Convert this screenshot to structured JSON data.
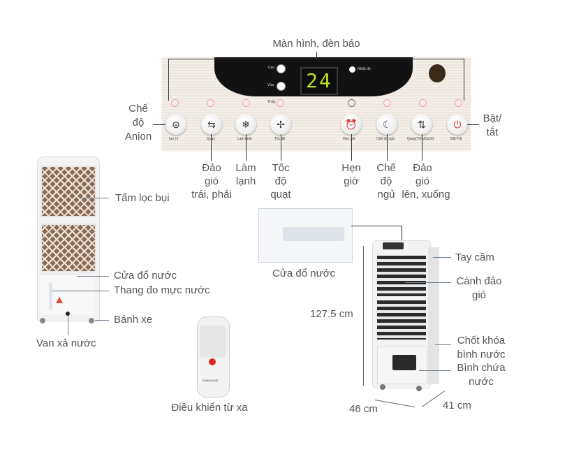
{
  "labels": {
    "screen": "Màn hình, đèn báo",
    "anion": [
      "Chế",
      "độ",
      "Anion"
    ],
    "power": [
      "Bật/",
      "tắt"
    ],
    "swing_lr": [
      "Đảo",
      "gió",
      "trái, phải"
    ],
    "cool": [
      "Làm",
      "lạnh"
    ],
    "speed": [
      "Tốc",
      "độ",
      "quạt"
    ],
    "timer": [
      "Hẹn",
      "giờ"
    ],
    "sleep": [
      "Chế",
      "độ",
      "ngủ"
    ],
    "swing_ud": [
      "Đảo",
      "gió",
      "lên, xuống"
    ],
    "filter": "Tấm lọc bụi",
    "water_door": "Cửa đổ nước",
    "water_gauge": "Thang đo mực nước",
    "wheels": "Bánh xe",
    "drain": "Van xả nước",
    "water_door_center": "Cửa đổ nước",
    "handle": "Tay cầm",
    "blades": [
      "Cánh đảo",
      "gió"
    ],
    "height": "127.5 cm",
    "tank_lock": [
      "Chốt khóa",
      "bình nước"
    ],
    "tank": [
      "Bình chứa",
      "nước"
    ],
    "width": "46 cm",
    "depth": "41 cm",
    "remote": "Điều khiển từ xa"
  },
  "panel": {
    "display": "24",
    "mode_high": "Cao",
    "mode_mid": "Vừa",
    "mode_low": "Thấp",
    "temp_label": "Nhiệt độ",
    "buttons": [
      {
        "id": "ion",
        "icon": "⊜",
        "label": "Ion (-)"
      },
      {
        "id": "swing",
        "icon": "⇆",
        "label": "Quay"
      },
      {
        "id": "cool",
        "icon": "❄",
        "label": "Làm lạnh"
      },
      {
        "id": "speed",
        "icon": "✢",
        "label": "Tốc độ"
      },
      {
        "id": "timer",
        "icon": "⏰",
        "label": "Hẹn giờ"
      },
      {
        "id": "sleep",
        "icon": "☾",
        "label": "Chế độ ngủ"
      },
      {
        "id": "swingud",
        "icon": "⇅",
        "label": "Quay(Trên/Dưới)"
      },
      {
        "id": "power",
        "icon": "⏻",
        "label": "Bật-Tắt"
      }
    ]
  },
  "remote": {
    "brand": "SUNHOUSE"
  },
  "colors": {
    "display": "#b7e21a",
    "power": "#e0261e",
    "lattice": "#8a6b55"
  }
}
